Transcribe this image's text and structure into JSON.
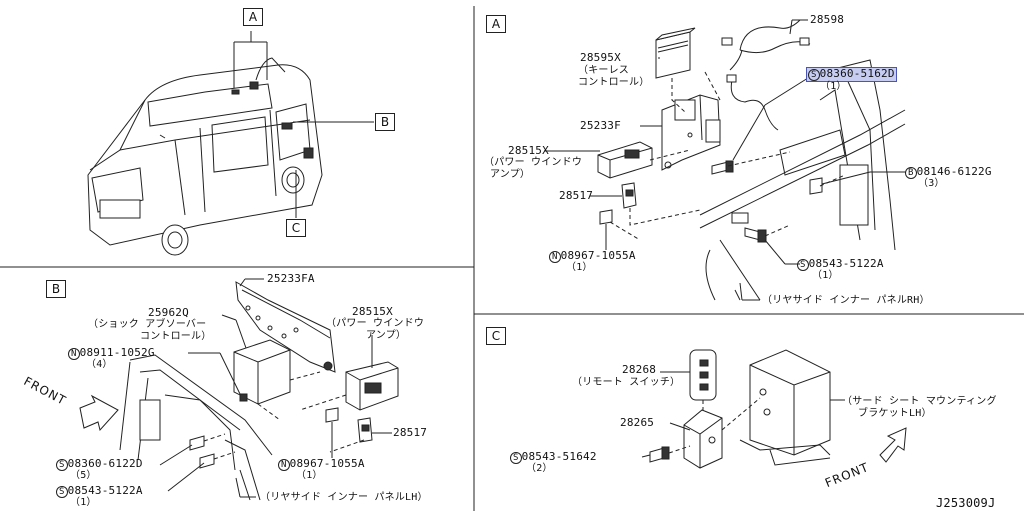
{
  "sections": {
    "A": "A",
    "B": "B",
    "C": "C"
  },
  "overview": {
    "callout_a": "A",
    "callout_b": "B",
    "callout_c": "C"
  },
  "section_a": {
    "p28598": "28598",
    "p28595x": "28595X",
    "p28595x_desc1": "（キーレス",
    "p28595x_desc2": "コントロール）",
    "bolt_08360": "08360-5162D",
    "bolt_08360_qty": "（1）",
    "p25233f": "25233F",
    "p28515x": "28515X",
    "p28515x_desc1": "（パワー ウインドウ",
    "p28515x_desc2": "アンプ）",
    "p28517": "28517",
    "bolt_08146": "08146-6122G",
    "bolt_08146_qty": "（3）",
    "bolt_08543": "08543-5122A",
    "bolt_08543_qty": "（1）",
    "nut_08967": "08967-1055A",
    "nut_08967_qty": "（1）",
    "panel": "（リヤサイド インナー パネルRH）"
  },
  "section_b": {
    "p25233fa": "25233FA",
    "p25962q": "25962Q",
    "p25962q_desc1": "（ショック アブソーバー",
    "p25962q_desc2": "コントロール）",
    "nut_08911": "08911-1052G",
    "nut_08911_qty": "（4）",
    "p28515x": "28515X",
    "p28515x_desc1": "（パワー ウインドウ",
    "p28515x_desc2": "アンプ）",
    "p28517": "28517",
    "bolt_08360": "08360-6122D",
    "bolt_08360_qty": "（5）",
    "bolt_08543": "08543-5122A",
    "bolt_08543_qty": "（1）",
    "nut_08967": "08967-1055A",
    "nut_08967_qty": "（1）",
    "panel": "（リヤサイド インナー パネルLH）",
    "front": "FRONT"
  },
  "section_c": {
    "p28268": "28268",
    "p28268_desc": "（リモート スイッチ）",
    "p28265": "28265",
    "bolt_08543": "08543-51642",
    "bolt_08543_qty": "（2）",
    "bracket_desc1": "（サード シート マウンティング",
    "bracket_desc2": "ブラケットLH）",
    "front": "FRONT"
  },
  "prefix": {
    "s": "S",
    "n": "N",
    "b": "B"
  },
  "diagram_code": "J253009J"
}
